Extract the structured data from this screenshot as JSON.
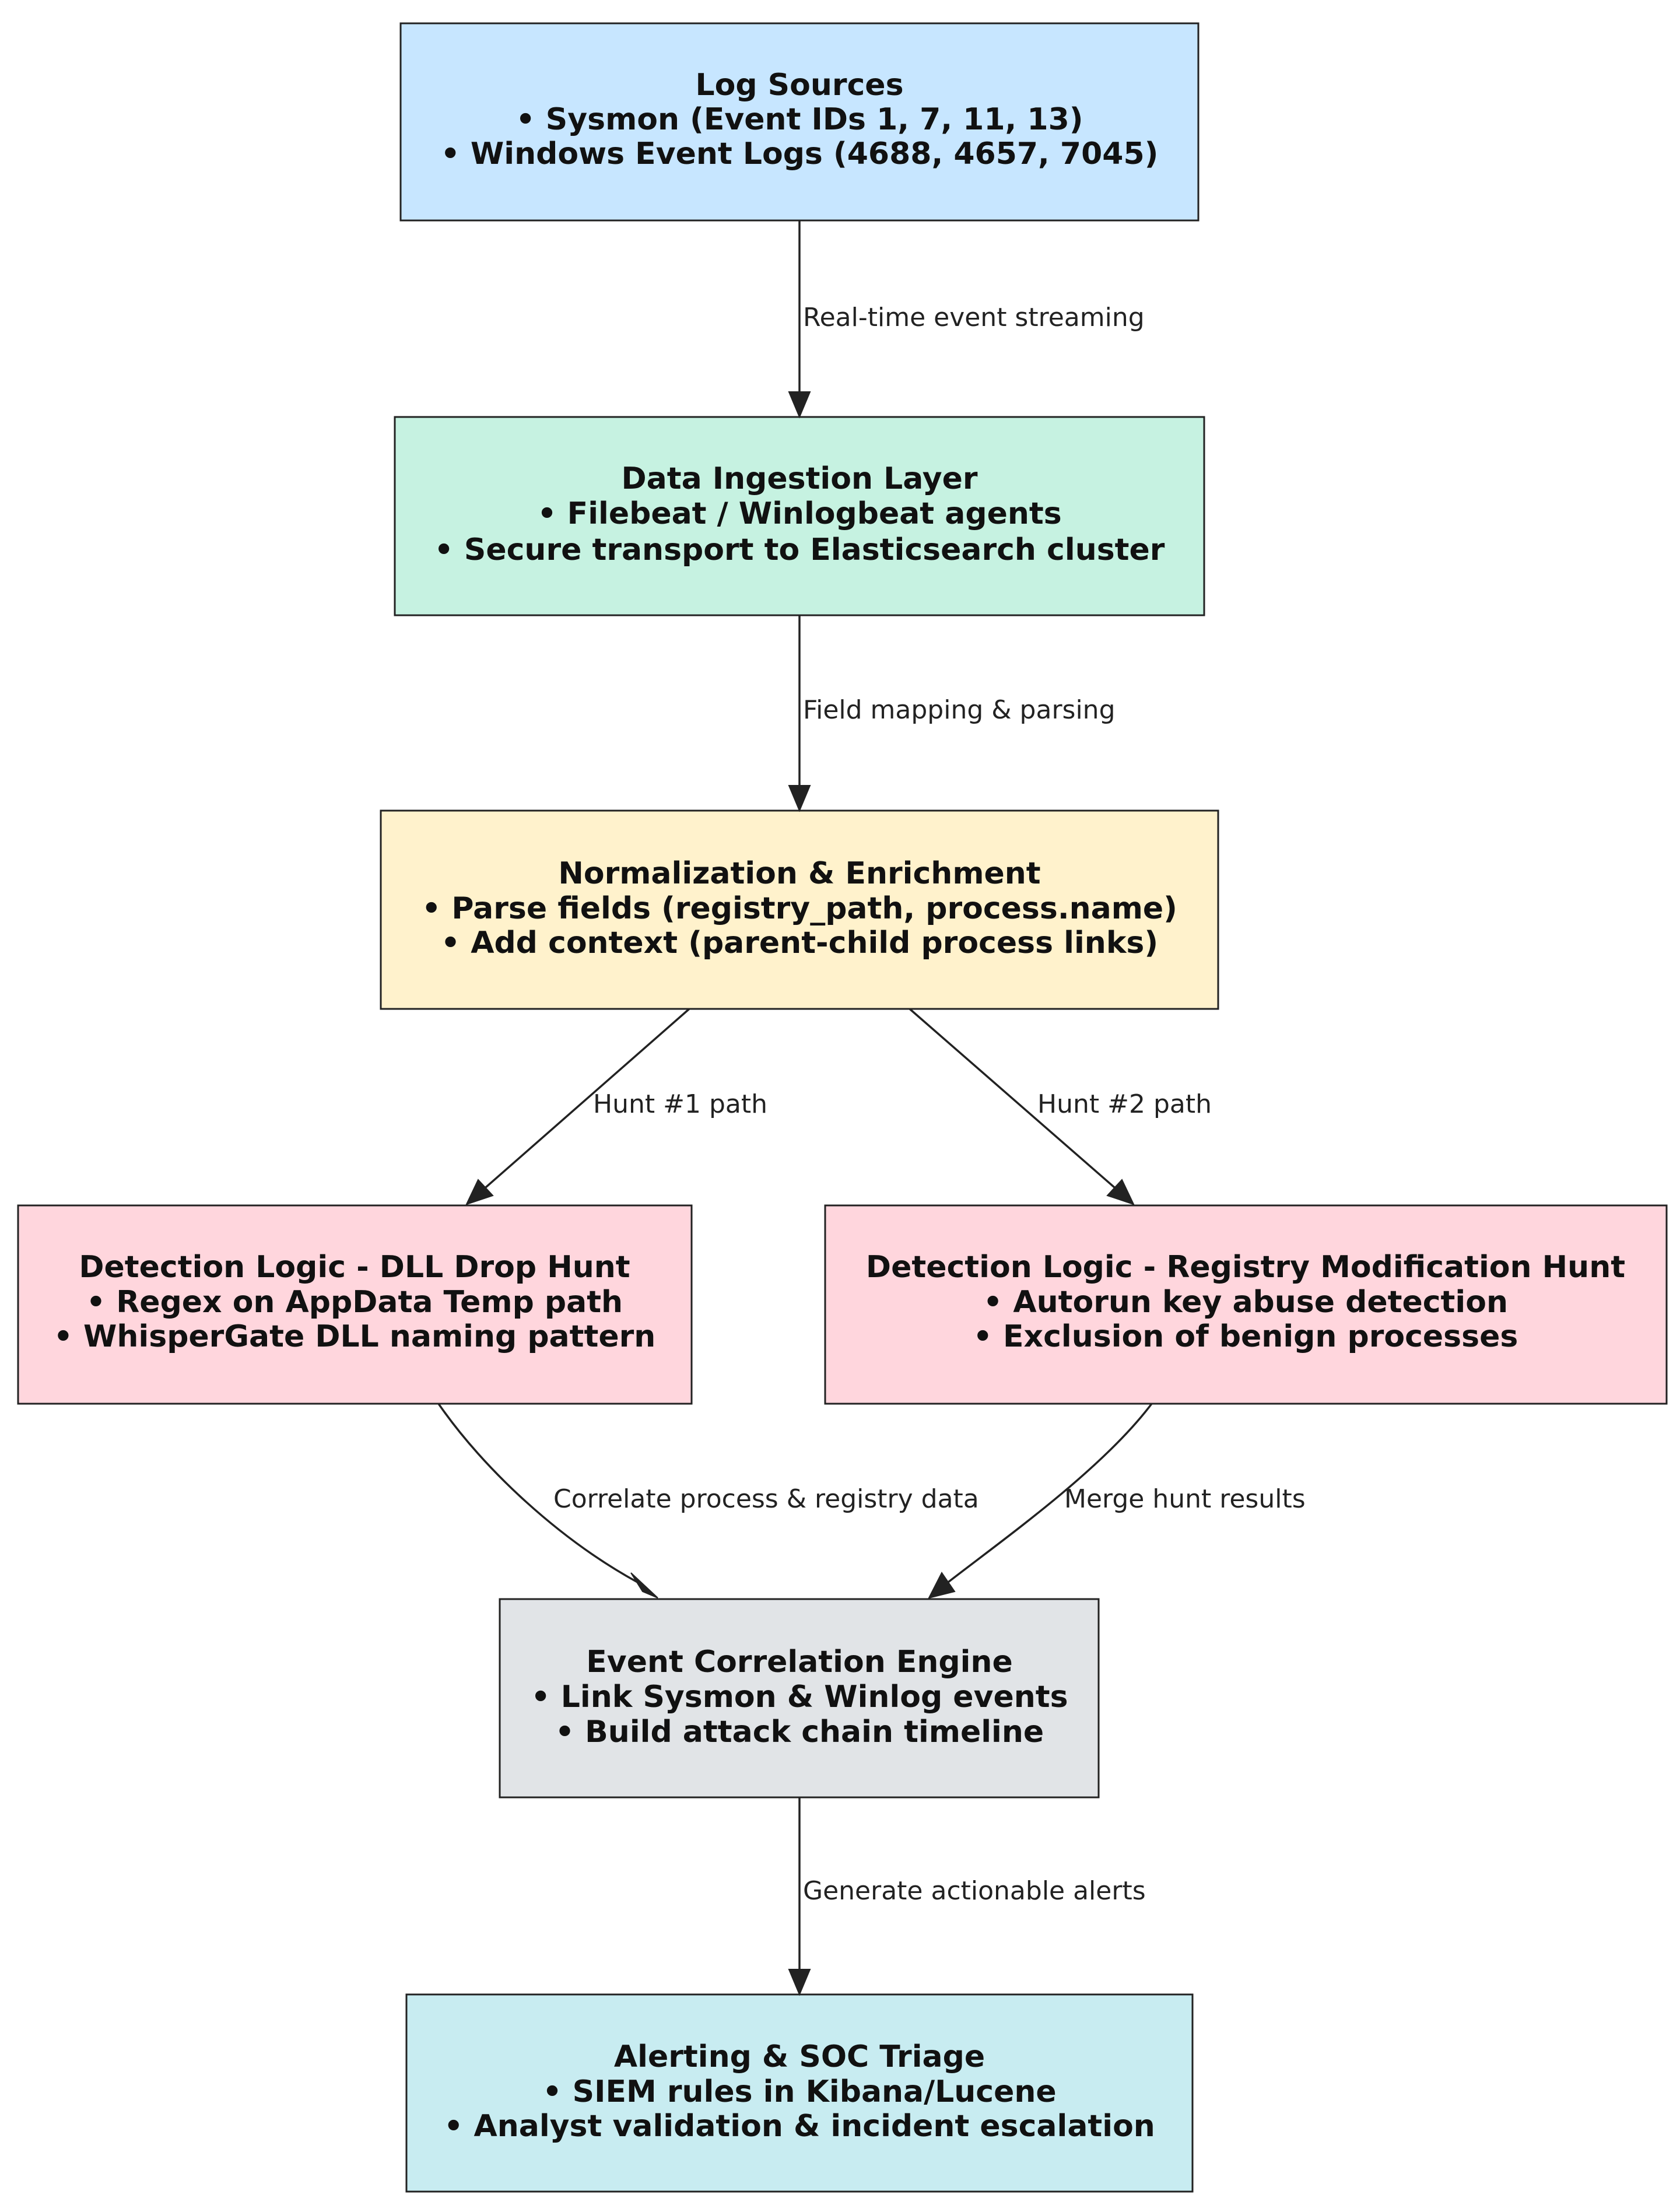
{
  "colors": {
    "log_sources": "#c7e6ff",
    "ingestion": "#c6f2e1",
    "normalization": "#fff2cc",
    "detection": "#ffd6dd",
    "correlation": "#e1e4e7",
    "alerting": "#c8ecf1",
    "stroke": "#222222"
  },
  "nodes": {
    "log_sources": {
      "title": "Log Sources",
      "line1": "• Sysmon (Event IDs 1, 7, 11, 13)",
      "line2": "• Windows Event Logs (4688, 4657, 7045)"
    },
    "ingestion": {
      "title": "Data Ingestion Layer",
      "line1": "• Filebeat / Winlogbeat agents",
      "line2": "• Secure transport to Elasticsearch cluster"
    },
    "normalization": {
      "title": "Normalization & Enrichment",
      "line1": "• Parse fields (registry_path, process.name)",
      "line2": "• Add context (parent-child process links)"
    },
    "dll_hunt": {
      "title": "Detection Logic - DLL Drop Hunt",
      "line1": "• Regex on AppData Temp path",
      "line2": "• WhisperGate DLL naming pattern"
    },
    "registry_hunt": {
      "title": "Detection Logic - Registry Modification Hunt",
      "line1": "• Autorun key abuse detection",
      "line2": "• Exclusion of benign processes"
    },
    "correlation": {
      "title": "Event Correlation Engine",
      "line1": "• Link Sysmon & Winlog events",
      "line2": "• Build attack chain timeline"
    },
    "alerting": {
      "title": "Alerting & SOC Triage",
      "line1": "• SIEM rules in Kibana/Lucene",
      "line2": "• Analyst validation & incident escalation"
    }
  },
  "edges": {
    "e1": "Real-time event streaming",
    "e2": "Field mapping & parsing",
    "e3": "Hunt #1 path",
    "e4": "Hunt #2 path",
    "e5": "Correlate process & registry data",
    "e6": "Merge hunt results",
    "e7": "Generate actionable alerts"
  }
}
